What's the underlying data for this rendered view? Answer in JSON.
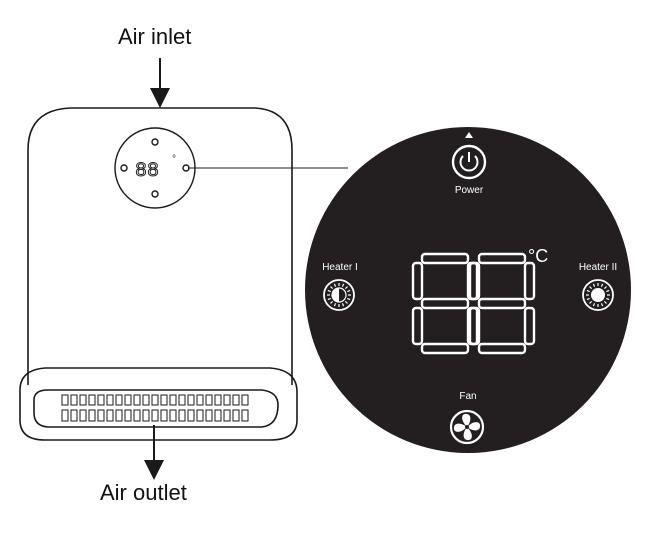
{
  "labels": {
    "air_inlet": "Air inlet",
    "air_outlet": "Air outlet"
  },
  "panel": {
    "power": "Power",
    "heater_1": "Heater I",
    "heater_2": "Heater II",
    "fan": "Fan",
    "display_digits": "88",
    "unit": "°C",
    "small_display_digits": "88"
  },
  "colors": {
    "panel_bg": "#231f20",
    "line": "#1a1a1a",
    "digit": "#ffffff"
  },
  "icons": [
    "power-icon",
    "heater-1-icon",
    "heater-2-icon",
    "fan-icon",
    "arrow-up-icon"
  ]
}
